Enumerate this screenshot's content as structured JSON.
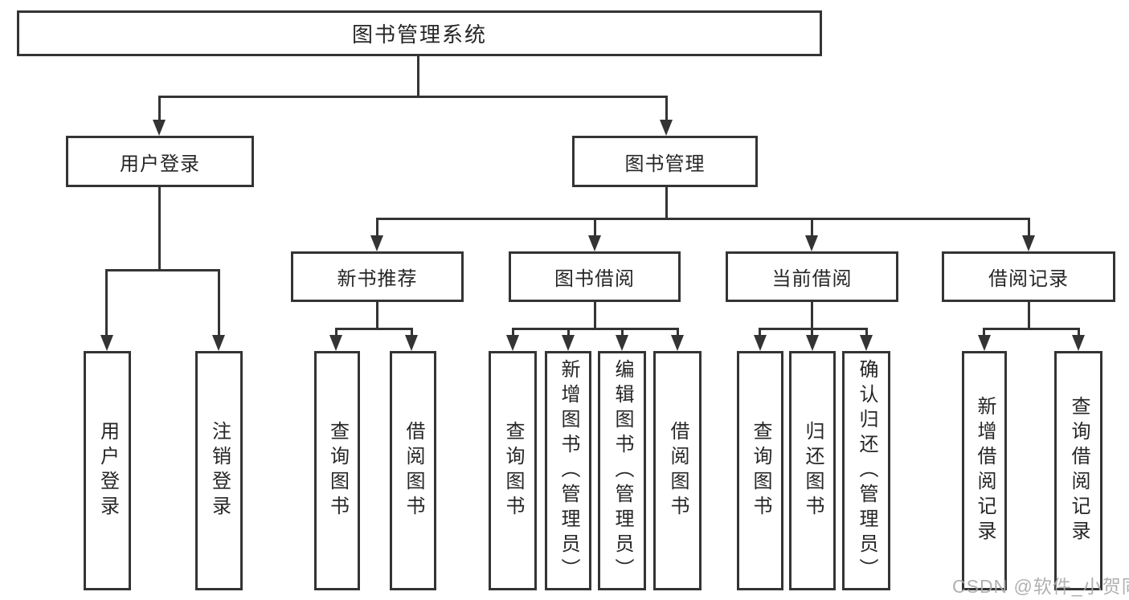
{
  "diagram": {
    "root": {
      "label": "图书管理系统"
    },
    "level2": [
      {
        "label": "用户登录"
      },
      {
        "label": "图书管理"
      }
    ],
    "level3": [
      {
        "label": "新书推荐"
      },
      {
        "label": "图书借阅"
      },
      {
        "label": "当前借阅"
      },
      {
        "label": "借阅记录"
      }
    ],
    "leaves": {
      "user_login": [
        "用户登录",
        "注销登录"
      ],
      "new_book_rec": [
        "查询图书",
        "借阅图书"
      ],
      "book_borrow": [
        "查询图书",
        "新增图书（管理员）",
        "编辑图书（管理员）",
        "借阅图书"
      ],
      "current_borrow": [
        "查询图书",
        "归还图书",
        "确认归还（管理员）"
      ],
      "borrow_records": [
        "新增借阅记录",
        "查询借阅记录"
      ]
    }
  },
  "watermark": {
    "text": "CSDN @软件_小贺同学"
  },
  "colors": {
    "line": "#343434",
    "text": "#262626",
    "background": "#ffffff",
    "watermark": "#a8a8a8"
  }
}
